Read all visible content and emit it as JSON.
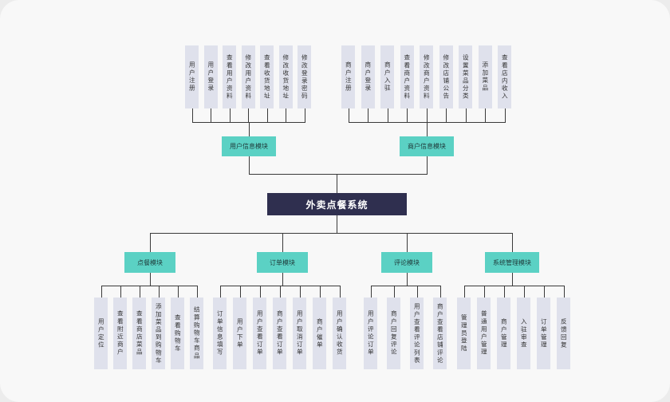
{
  "root": "外卖点餐系统",
  "top_modules": [
    {
      "label": "用户信息模块",
      "children": [
        "用户注册",
        "用户登录",
        "查看用户资料",
        "修改用户资料",
        "查看收货地址",
        "修改收货地址",
        "修改登录密码"
      ]
    },
    {
      "label": "商户信息模块",
      "children": [
        "商户注册",
        "商户登录",
        "商户入驻",
        "查看商户资料",
        "修改商户资料",
        "修改店铺公告",
        "设置菜品分类",
        "添加菜品",
        "查看店内收入"
      ]
    }
  ],
  "bottom_modules": [
    {
      "label": "点餐模块",
      "children": [
        "用户定位",
        "查看附近商户",
        "查看商店菜品",
        "添加菜品到购物车",
        "查看购物车",
        "结算购物车商品"
      ]
    },
    {
      "label": "订单模块",
      "children": [
        "订单信息填写",
        "用户下单",
        "用户查看订单",
        "商户查看订单",
        "用户取消订单",
        "商户催单",
        "用户确认收货"
      ]
    },
    {
      "label": "评论模块",
      "children": [
        "用户评论订单",
        "商户回复评论",
        "用户查看评论列表",
        "商户查看店铺评论"
      ]
    },
    {
      "label": "系统管理模块",
      "children": [
        "管理员登陆",
        "普通用户管理",
        "商户管理",
        "入驻审查",
        "订单管理",
        "反馈回复"
      ]
    }
  ],
  "colors": {
    "root_bg": "#2f2f4f",
    "module_bg": "#5bd1c4",
    "leaf_bg": "#dfe1ec",
    "line": "#3a3a3a"
  }
}
